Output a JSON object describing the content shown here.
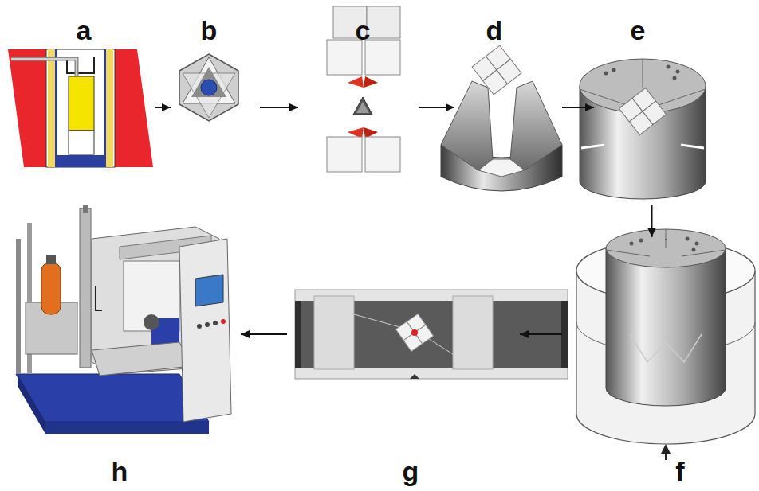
{
  "diagram": {
    "nodes": [
      {
        "text": [
          "a"
        ]
      },
      {
        "text": [
          "b"
        ]
      },
      {
        "text": [
          "c"
        ]
      },
      {
        "text": [
          "d"
        ]
      },
      {
        "text": [
          "e"
        ]
      },
      {
        "text": [
          "f"
        ]
      },
      {
        "text": [
          "g"
        ]
      },
      {
        "text": [
          "h"
        ]
      }
    ],
    "edges": [
      {
        "from": 0,
        "to": 1,
        "arrow": "to"
      },
      {
        "from": 1,
        "to": 2,
        "arrow": "to"
      },
      {
        "from": 2,
        "to": 3,
        "arrow": "to"
      },
      {
        "from": 3,
        "to": 4,
        "arrow": "to"
      },
      {
        "from": 4,
        "to": 5,
        "arrow": "to"
      },
      {
        "from": 5,
        "to": 6,
        "arrow": "to"
      },
      {
        "from": 6,
        "to": 7,
        "arrow": "to"
      }
    ]
  }
}
